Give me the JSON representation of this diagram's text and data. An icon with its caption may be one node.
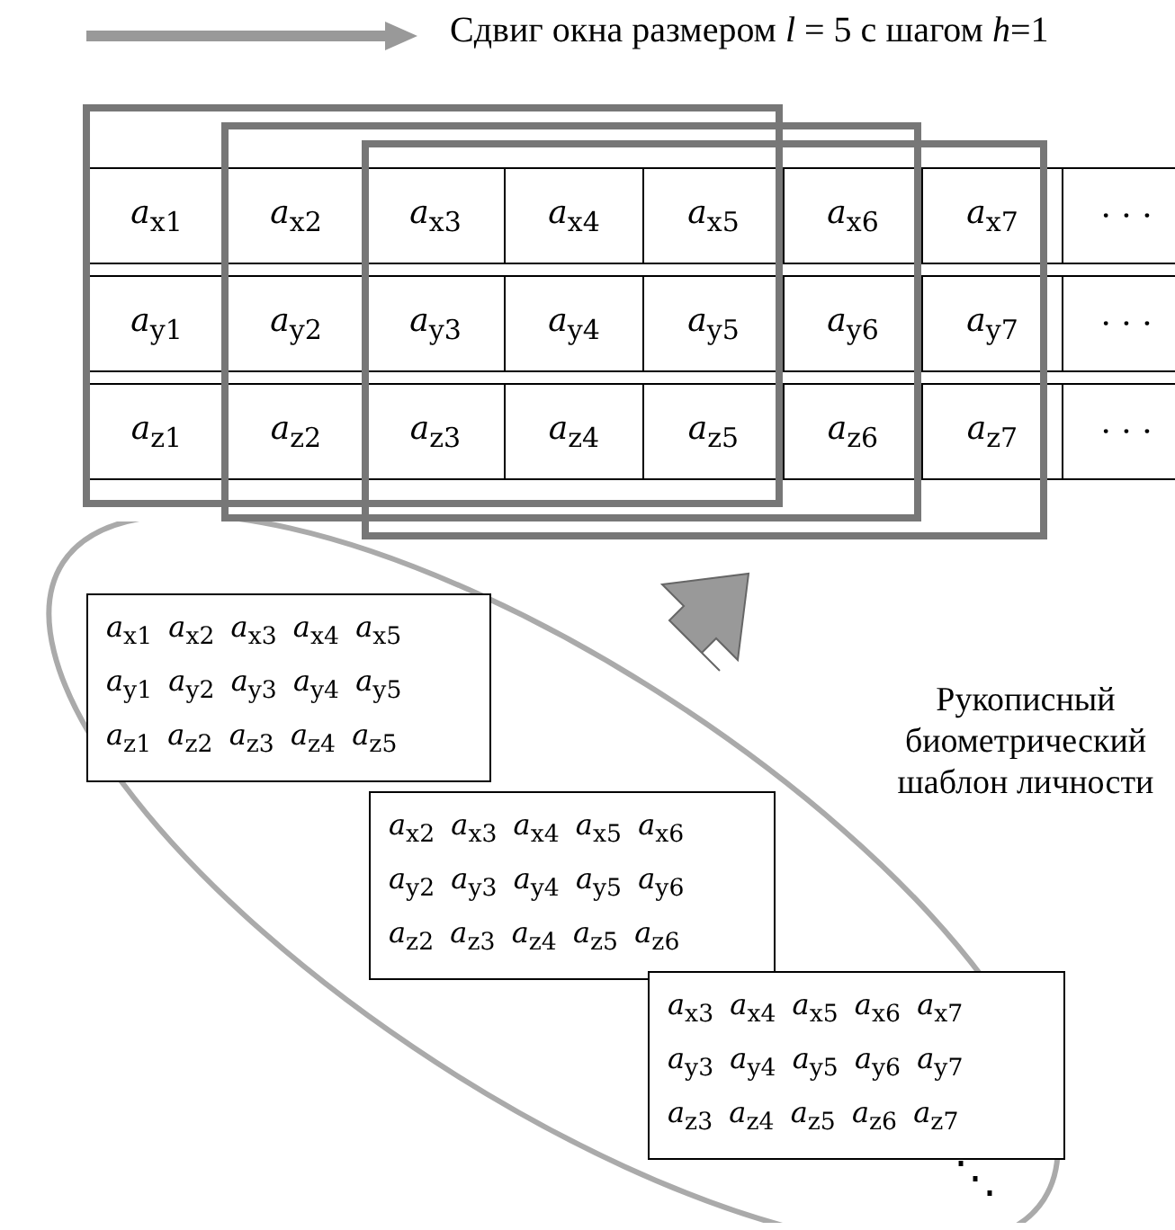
{
  "diagram": {
    "title": "Сдвиг окна размером *l* = 5 с шагом *h*=1",
    "nodes": [
      {
        "text": [
          "Рукописный биометрический шаблон личности"
        ]
      },
      {
        "text": [
          "*a*$_{x1}$ *a*$_{x2}$ *a*$_{x3}$ *a*$_{x4}$ *a*$_{x5}$",
          "*a*$_{y1}$ *a*$_{y2}$ *a*$_{y3}$ *a*$_{y4}$ *a*$_{y5}$",
          "*a*$_{z1}$ *a*$_{z2}$ *a*$_{z3}$ *a*$_{z4}$ *a*$_{z5}$"
        ],
        "in": 0
      },
      {
        "text": [
          "*a*$_{x2}$ *a*$_{x3}$ *a*$_{x4}$ *a*$_{x5}$ *a*$_{x6}$",
          "*a*$_{y2}$ *a*$_{y3}$ *a*$_{y4}$ *a*$_{y5}$ *a*$_{y6}$",
          "*a*$_{z2}$ *a*$_{z3}$ *a*$_{z4}$ *a*$_{z5}$ *a*$_{z6}$"
        ],
        "in": 0
      },
      {
        "text": [
          "*a*$_{x3}$ *a*$_{x4}$ *a*$_{x5}$ *a*$_{x6}$ *a*$_{x7}$",
          "*a*$_{y3}$ *a*$_{y4}$ *a*$_{y5}$ *a*$_{y6}$ *a*$_{y7}$",
          "*a*$_{z3}$ *a*$_{z4}$ *a*$_{z5}$ *a*$_{z6}$ *a*$_{z7}$"
        ],
        "in": 0
      }
    ],
    "edges": [],
    "labels": [
      "*a*$_{x1}$",
      "*a*$_{x2}$",
      "*a*$_{x3}$",
      "*a*$_{x4}$",
      "*a*$_{x5}$",
      "*a*$_{x6}$",
      "*a*$_{x7}$",
      "· · ·",
      "*a*$_{y1}$",
      "*a*$_{y2}$",
      "*a*$_{y3}$",
      "*a*$_{y4}$",
      "*a*$_{y5}$",
      "*a*$_{y6}$",
      "*a*$_{y7}$",
      "· · ·",
      "*a*$_{z1}$",
      "*a*$_{z2}$",
      "*a*$_{z3}$",
      "*a*$_{z4}$",
      "*a*$_{z5}$",
      "*a*$_{z6}$",
      "*a*$_{z7}$",
      "· · ·",
      "⋱"
    ]
  }
}
